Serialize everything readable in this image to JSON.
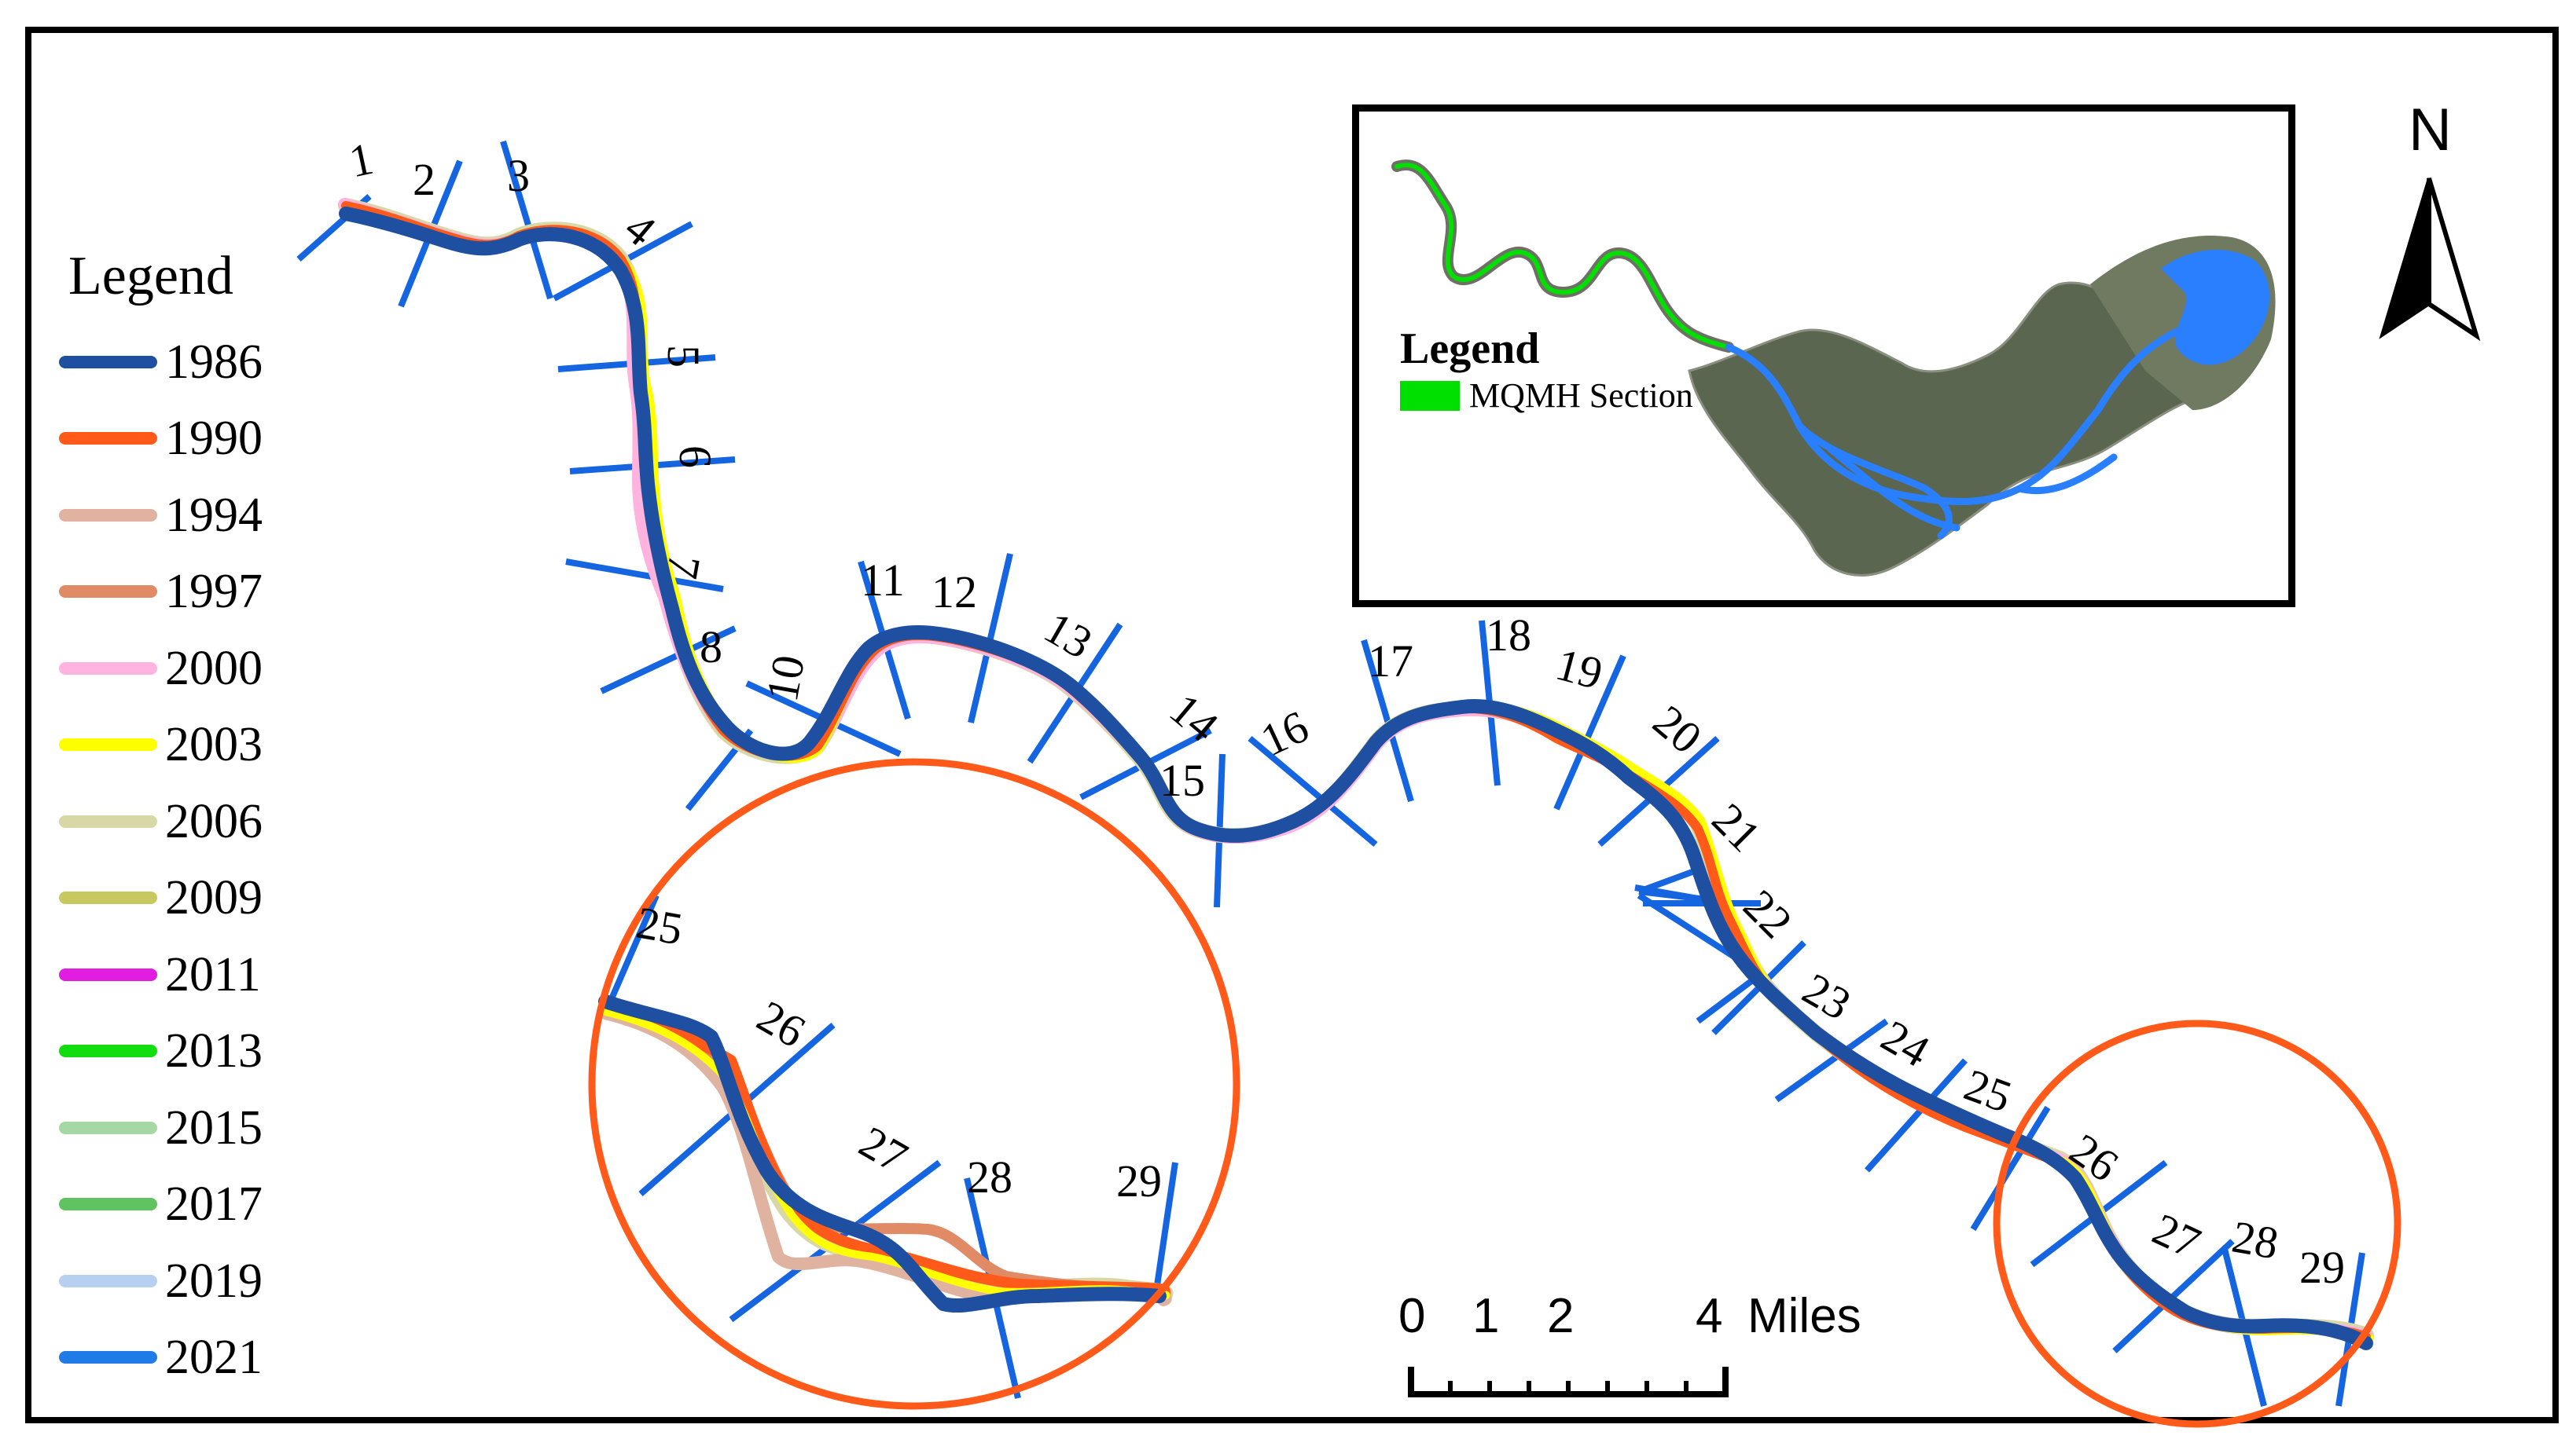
{
  "legend": {
    "title": "Legend",
    "items": [
      {
        "year": "1986",
        "color": "#1f4fa0"
      },
      {
        "year": "1990",
        "color": "#ff5a1a"
      },
      {
        "year": "1994",
        "color": "#e0b3a0"
      },
      {
        "year": "1997",
        "color": "#e08a66"
      },
      {
        "year": "2000",
        "color": "#ffb3de"
      },
      {
        "year": "2003",
        "color": "#ffff00"
      },
      {
        "year": "2006",
        "color": "#d8d8a6"
      },
      {
        "year": "2009",
        "color": "#c8c860"
      },
      {
        "year": "2011",
        "color": "#e11de1"
      },
      {
        "year": "2013",
        "color": "#11dd11"
      },
      {
        "year": "2015",
        "color": "#a6d8a6"
      },
      {
        "year": "2017",
        "color": "#5fc35f"
      },
      {
        "year": "2019",
        "color": "#b8d0f0"
      },
      {
        "year": "2021",
        "color": "#1e7be8"
      }
    ]
  },
  "inset": {
    "legend_title": "Legend",
    "legend_item": "MQMH Section",
    "legend_item_color": "#00e000",
    "river_color": "#2a7fff"
  },
  "north_arrow": {
    "label": "N"
  },
  "scale_bar": {
    "labels": [
      "0",
      "1",
      "2",
      "4"
    ],
    "unit": "Miles"
  },
  "sections": [
    "1",
    "2",
    "3",
    "4",
    "5",
    "6",
    "7",
    "8",
    "10",
    "11",
    "12",
    "13",
    "14",
    "15",
    "16",
    "17",
    "18",
    "19",
    "20",
    "21",
    "22",
    "23",
    "24",
    "25",
    "26",
    "27",
    "28",
    "29"
  ],
  "zoom_sections": [
    "25",
    "26",
    "27",
    "28",
    "29"
  ],
  "colors": {
    "transect": "#1565e0",
    "channel_main": "#1f4fa0",
    "zoom_circle": "#ff5a1a"
  }
}
